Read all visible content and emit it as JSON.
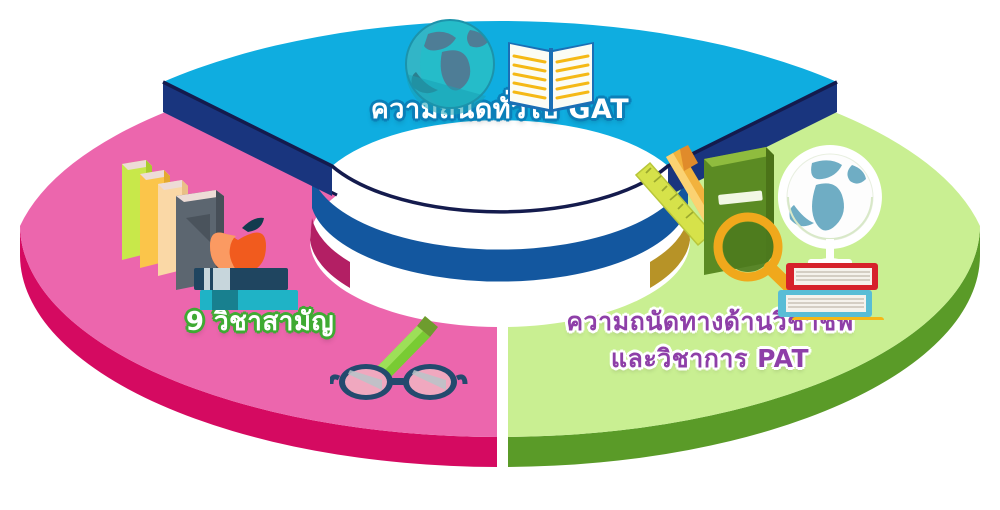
{
  "diagram": {
    "type": "3d-donut-chart",
    "title_text_present": false,
    "background_color": "#ffffff",
    "segments": [
      {
        "id": "gat",
        "label": "ความถนัดทั่วไป GAT",
        "position": "top",
        "top_color": "#0fade0",
        "side_color": "#19357e",
        "inner_wall_color": "#13579f",
        "label_text_color": "#ffffff",
        "label_outline_color": "#0b7fb8",
        "share_percent": 33
      },
      {
        "id": "nine-subjects",
        "label": "9 วิชาสามัญ",
        "position": "left",
        "top_color": "#ec66ad",
        "side_color": "#d50a61",
        "inner_wall_color": "#b31f64",
        "label_text_color": "#ffffff",
        "label_outline_color": "#3faa33",
        "share_percent": 33
      },
      {
        "id": "pat",
        "label_line1": "ความถนัดทางด้านวิชาชีพ",
        "label_line2": "และวิชาการ PAT",
        "position": "right",
        "top_color": "#c9ef92",
        "side_color": "#5a9b28",
        "inner_wall_color": "#b79327",
        "label_text_color": "#8e3fa8",
        "label_outline_color": "#ffffff",
        "share_percent": 33
      }
    ],
    "icons": {
      "top": [
        "globe-earth-icon",
        "open-book-icon"
      ],
      "left": [
        "standing-books-icon",
        "apple-icon",
        "stacked-books-icon",
        "pencil-icon",
        "eyeglasses-icon"
      ],
      "right": [
        "desk-globe-icon",
        "ruler-icon",
        "pencil-icon",
        "green-book-icon",
        "magnifier-icon",
        "stacked-books-icon"
      ]
    }
  },
  "chart_data": {
    "type": "pie",
    "title": "",
    "subtitle": "",
    "categories": [
      "ความถนัดทั่วไป GAT",
      "9 วิชาสามัญ",
      "ความถนัดทางด้านวิชาชีพ และวิชาการ PAT"
    ],
    "values": [
      33.3,
      33.3,
      33.3
    ],
    "colors": [
      "#0fade0",
      "#ec66ad",
      "#c9ef92"
    ],
    "legend_position": "inside-segments",
    "grid": false,
    "donut": true,
    "three_d": true
  }
}
